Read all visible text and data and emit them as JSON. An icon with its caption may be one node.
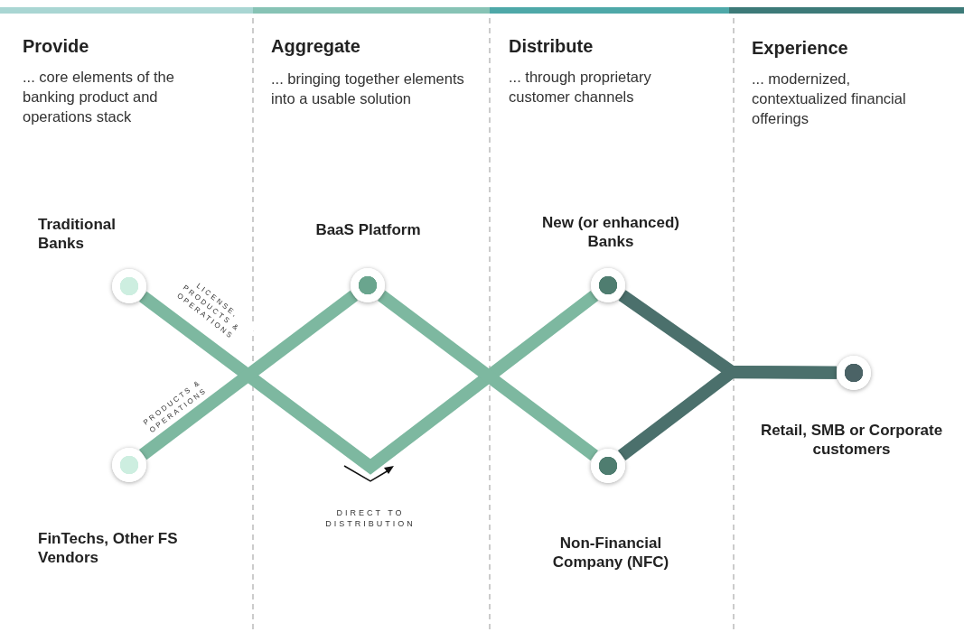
{
  "diagram": {
    "nodes": [
      {
        "text": [],
        "shape": "circle",
        "beside": [
          "Traditional Banks"
        ]
      },
      {
        "text": [],
        "shape": "circle",
        "beside": [
          "FinTechs, Other FS Vendors"
        ]
      },
      {
        "text": [],
        "shape": "circle",
        "beside": [
          "BaaS Platform"
        ]
      },
      {
        "text": [],
        "shape": "circle",
        "beside": [
          "New (or enhanced) Banks"
        ]
      },
      {
        "text": [],
        "shape": "circle",
        "beside": [
          "Non-Financial Company (NFC)"
        ]
      },
      {
        "text": [],
        "shape": "circle",
        "beside": [
          "Retail, SMB or Corporate customers"
        ]
      }
    ],
    "edges": [
      {
        "from": 0,
        "to": 3,
        "arrow": "none",
        "label": "LICENSE, PRODUCTS & OPERATIONS"
      },
      {
        "from": 1,
        "to": 2,
        "arrow": "none",
        "label": "PRODUCTS & OPERATIONS"
      },
      {
        "from": 2,
        "to": 4,
        "arrow": "none"
      },
      {
        "from": 3,
        "to": 5,
        "arrow": "none",
        "color": "#4b706c"
      },
      {
        "from": 4,
        "to": 5,
        "arrow": "none",
        "color": "#4b706c"
      }
    ],
    "labels": [
      "Provide",
      "... core elements of the banking product and operations stack",
      "Aggregate",
      "... bringing together elements into a usable solution",
      "Distribute",
      "... through proprietary customer channels",
      "Experience",
      "... modernized, contextualized financial offerings",
      "DIRECT TO DISTRIBUTION"
    ]
  }
}
